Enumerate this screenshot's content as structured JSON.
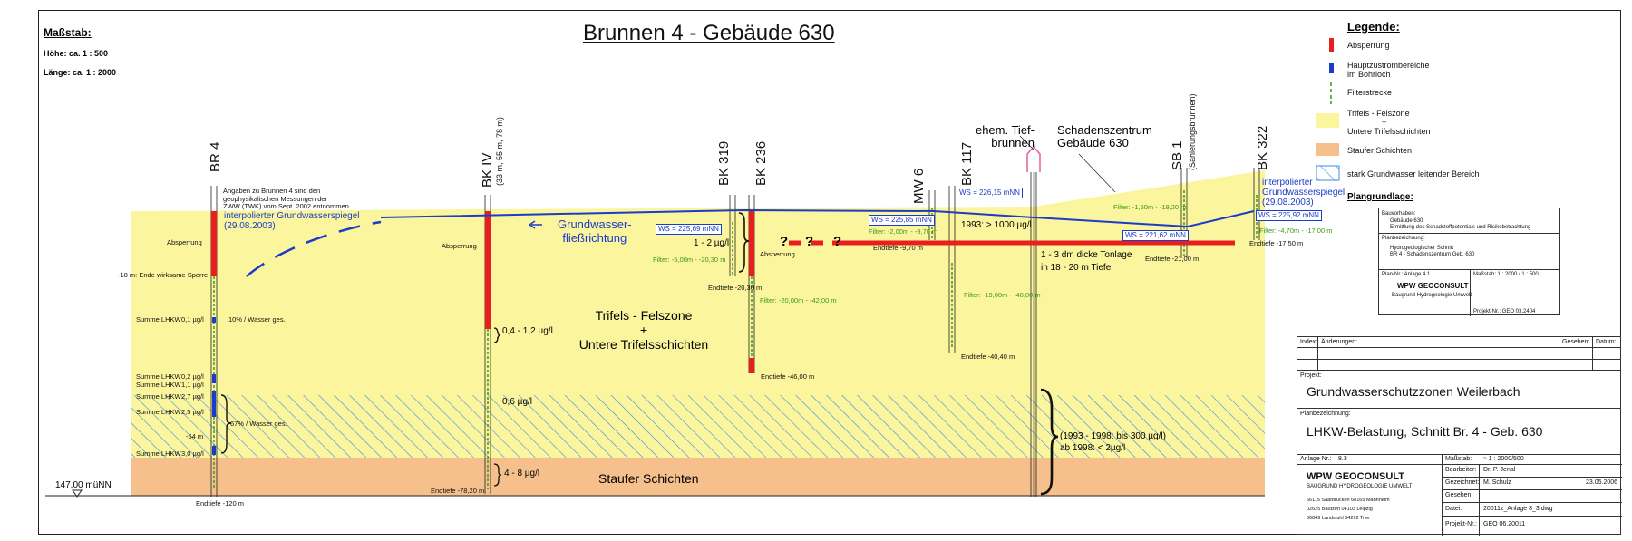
{
  "title": "Brunnen 4 - Gebäude 630",
  "scale": {
    "heading": "Maßstab:",
    "height": "Höhe:  ca. 1 : 500",
    "length": "Länge: ca. 1 : 2000"
  },
  "wells": {
    "br4": "BR 4",
    "bk4": "BK IV",
    "bk4_sub": "(33 m, 55 m, 78 m)",
    "bk319": "BK 319",
    "bk236": "BK 236",
    "mw6": "MW 6",
    "bk117": "BK 117",
    "sb1": "SB 1",
    "sb1_sub": "(Sanierungsbrunnen)",
    "bk322": "BK 322"
  },
  "annot": {
    "br4_note": [
      "Angaben zu Brunnen 4 sind den",
      "geophysikalischen Messungen der",
      "ZWW (TWK) vom Sept. 2002 entnommen"
    ],
    "gw_left": [
      "interpolierter Grundwasserspiegel",
      "(29.08.2003)"
    ],
    "gw_right": [
      "interpolierter",
      "Grundwasserspiegel",
      "(29.08.2003)"
    ],
    "flow": [
      "Grundwasser-",
      "fließrichtung"
    ],
    "tief": [
      "ehem. Tief-",
      "brunnen"
    ],
    "zentrum": [
      "Schadenszentrum",
      "Gebäude 630"
    ],
    "absperrung": "Absperrung",
    "sperre": "-18 m: Ende wirksame Sperre",
    "lhkw": "Summe LHKW",
    "v01": "0,1 µg/l",
    "v02": "0,2 µg/l",
    "v11": "1,1 µg/l",
    "v27": "2,7 µg/l",
    "v25": "2,5 µg/l",
    "v30": "3,0 µg/l",
    "p10": "10% / Wasser ges.",
    "p67": "67% / Wasser ges.",
    "m64": "-64 m",
    "bk4_a": "0,4 - 1,2 µg/l",
    "bk4_b": "0,6 µg/l",
    "bk4_c": "4 - 8 µg/l",
    "bk319_c": "1 - 2 µg/l",
    "bk117_c": "1993: > 1000 µg/l",
    "ton": [
      "1 - 3 dm dicke Tonlage",
      "in 18 - 20 m Tiefe"
    ],
    "hist": [
      "(1993 - 1998: bis 300 µg/l)",
      "ab 1998: < 2µg/l"
    ],
    "zone1": [
      "Trifels - Felszone",
      "+",
      "Untere Trifelsschichten"
    ],
    "zone2": "Staufer Schichten",
    "level": "147,00 müNN",
    "q": "?"
  },
  "ws": {
    "bk319": "WS = 225,69 mNN",
    "bk236": "WS = 225,85 mNN",
    "mw6": "WS = 226,15 mNN",
    "sb1": "WS = 221,62 mNN",
    "bk322": "WS = 225,92 mNN"
  },
  "filters": {
    "bk319": "Filter: -5,00m - -20,30 m",
    "bk236": "Filter: -20,00m - -42,00 m",
    "mw6": "Filter: -2,00m - -9,70 m",
    "bk117": "Filter: -19,00m - -40,00 m",
    "sb1": "Filter: -1,50m - -19,20 m",
    "bk322": "Filter: -4,70m - -17,00 m"
  },
  "endtiefe": {
    "br4": "Endtiefe -120 m",
    "bk4": "Endtiefe -78,20 m",
    "bk319": "Endtiefe -20,30 m",
    "bk236": "Endtiefe -46,00 m",
    "mw6": "Endtiefe -9,70 m",
    "bk117": "Endtiefe -40,40 m",
    "sb1": "Endtiefe -21,00 m",
    "bk322": "Endtiefe -17,50 m"
  },
  "legend": {
    "heading": "Legende:",
    "items": [
      "Absperrung",
      "Hauptzustrombereiche",
      "im Bohrloch",
      "Filterstrecke",
      "Trifels - Felszone",
      "+",
      "Untere Trifelsschichten",
      "Staufer Schichten",
      "stark Grundwasser leitender Bereich"
    ],
    "plan_heading": "Plangrundlage:"
  },
  "plan": {
    "bauvorhaben": "Bauvorhaben:",
    "bv1": "Gebäude 630",
    "bv2": "Ermittlung des Schadstoffpotentials und Risikobetrachtung",
    "planbez": "Planbezeichnung:",
    "pb1": "Hydrogeologischer Schnitt",
    "pb2": "BR 4 - Schadenszentrum Geb. 630",
    "plannr": "Plan-Nr.: Anlage 4.1",
    "mass": "Maßstab: 1 : 2000 / 1 : 500",
    "firm": "WPW GEOCONSULT",
    "firm_sub": "Baugrund Hydrogeologie Umwelt",
    "projnr": "Projekt-Nr.: GEO 03.2404"
  },
  "titleblock": {
    "index": "Index:",
    "aenderungen": "Änderungen:",
    "gesehen": "Gesehen:",
    "datum": "Datum:",
    "projekt_label": "Projekt:",
    "projekt": "Grundwasserschutzzonen Weilerbach",
    "planbez_label": "Planbezeichnung:",
    "planbez": "LHKW-Belastung, Schnitt Br. 4 - Geb. 630",
    "anlage_label": "Anlage Nr.:",
    "anlage": "8.3",
    "massstab_label": "Maßstab:",
    "massstab": "≈ 1 : 2000/500",
    "bearbeiter_label": "Bearbeiter:",
    "bearbeiter": "Dr. P. Jenal",
    "gezeichnet_label": "Gezeichnet:",
    "gezeichnet": "M. Schulz",
    "gez_datum": "23.05.2006",
    "gesehen_label": "Gesehen:",
    "datei_label": "Datei:",
    "datei": "20011z_Anlage 8_3.dwg",
    "projnr_label": "Projekt-Nr.:",
    "projnr": "GEO 06.20011",
    "firm": "WPW GEOCONSULT",
    "firm_sub": "BAUGRUND  HYDROGEOLOGIE  UMWELT",
    "addr": [
      "66115 Saarbrücken   68165 Mannheim",
      "02625 Bautzen        04103 Leipzig",
      "66849 Landstuhl      54292 Trier"
    ]
  },
  "colors": {
    "yellow": "#fbf59d",
    "orange": "#f6c08c",
    "red": "#e81f1f",
    "blue": "#1a3cc8",
    "green": "#3a9a1a",
    "hatch": "#3a8ae8"
  }
}
